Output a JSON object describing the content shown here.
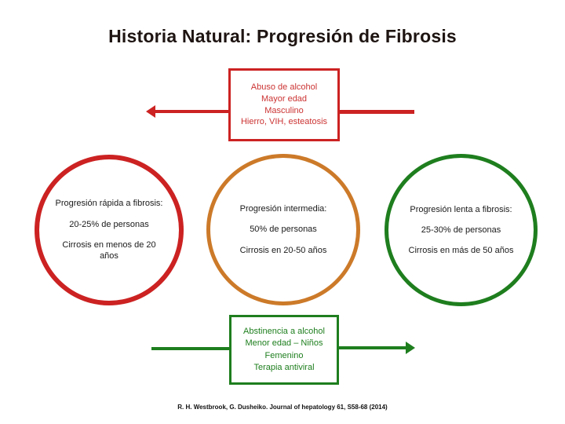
{
  "slide": {
    "title": "Historia Natural: Progresión de Fibrosis"
  },
  "risk_box": {
    "lines": [
      "Abuso de alcohol",
      "Mayor edad",
      "Masculino",
      "Hierro, VIH, esteatosis"
    ]
  },
  "protective_box": {
    "lines": [
      "Abstinencia a alcohol",
      "Menor edad – Niños",
      "Femenino",
      "Terapia antiviral"
    ]
  },
  "circles": [
    {
      "name": "rapid-progression",
      "title": "Progresión rápida a fibrosis:",
      "percent": "20-25% de personas",
      "duration": "Cirrosis en menos de 20 años",
      "border_color": "#cc2222"
    },
    {
      "name": "intermediate-progression",
      "title": "Progresión intermedia:",
      "percent": "50% de personas",
      "duration": "Cirrosis en 20-50 años",
      "border_color": "#cc7a29"
    },
    {
      "name": "slow-progression",
      "title": "Progresión lenta a fibrosis:",
      "percent": "25-30% de personas",
      "duration": "Cirrosis en más de 50 años",
      "border_color": "#1e7e1e"
    }
  ],
  "footer": {
    "citation": "R. H. Westbrook, G. Dusheiko. Journal of hepatology 61, S58-68 (2014)"
  },
  "colors": {
    "risk_red": "#cc2222",
    "intermediate_orange": "#cc7a29",
    "protective_green": "#1e7e1e",
    "title_text": "#1e1512",
    "body_text": "#1a1a1a"
  }
}
